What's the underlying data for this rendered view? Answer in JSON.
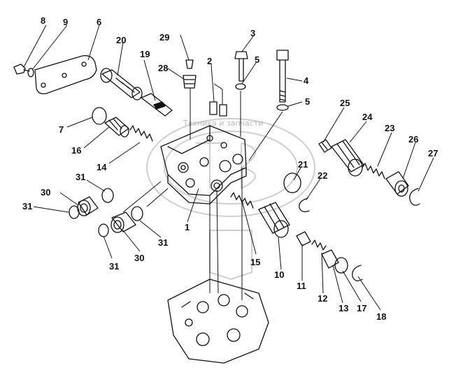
{
  "diagram": {
    "watermark_text": "Техника и запчасти",
    "labels": [
      {
        "id": "8",
        "text": "8"
      },
      {
        "id": "9",
        "text": "9"
      },
      {
        "id": "6",
        "text": "6"
      },
      {
        "id": "20",
        "text": "20"
      },
      {
        "id": "29",
        "text": "29"
      },
      {
        "id": "19",
        "text": "19"
      },
      {
        "id": "28",
        "text": "28"
      },
      {
        "id": "2",
        "text": "2"
      },
      {
        "id": "3",
        "text": "3"
      },
      {
        "id": "5a",
        "text": "5"
      },
      {
        "id": "4",
        "text": "4"
      },
      {
        "id": "5b",
        "text": "5"
      },
      {
        "id": "7",
        "text": "7"
      },
      {
        "id": "16",
        "text": "16"
      },
      {
        "id": "14",
        "text": "14"
      },
      {
        "id": "25",
        "text": "25"
      },
      {
        "id": "24",
        "text": "24"
      },
      {
        "id": "23",
        "text": "23"
      },
      {
        "id": "26",
        "text": "26"
      },
      {
        "id": "27",
        "text": "27"
      },
      {
        "id": "21",
        "text": "21"
      },
      {
        "id": "22",
        "text": "22"
      },
      {
        "id": "31a",
        "text": "31"
      },
      {
        "id": "30a",
        "text": "30"
      },
      {
        "id": "31b",
        "text": "31"
      },
      {
        "id": "1",
        "text": "1"
      },
      {
        "id": "31c",
        "text": "31"
      },
      {
        "id": "30b",
        "text": "30"
      },
      {
        "id": "31d",
        "text": "31"
      },
      {
        "id": "15",
        "text": "15"
      },
      {
        "id": "10",
        "text": "10"
      },
      {
        "id": "11",
        "text": "11"
      },
      {
        "id": "12",
        "text": "12"
      },
      {
        "id": "13",
        "text": "13"
      },
      {
        "id": "17",
        "text": "17"
      },
      {
        "id": "18",
        "text": "18"
      }
    ]
  }
}
